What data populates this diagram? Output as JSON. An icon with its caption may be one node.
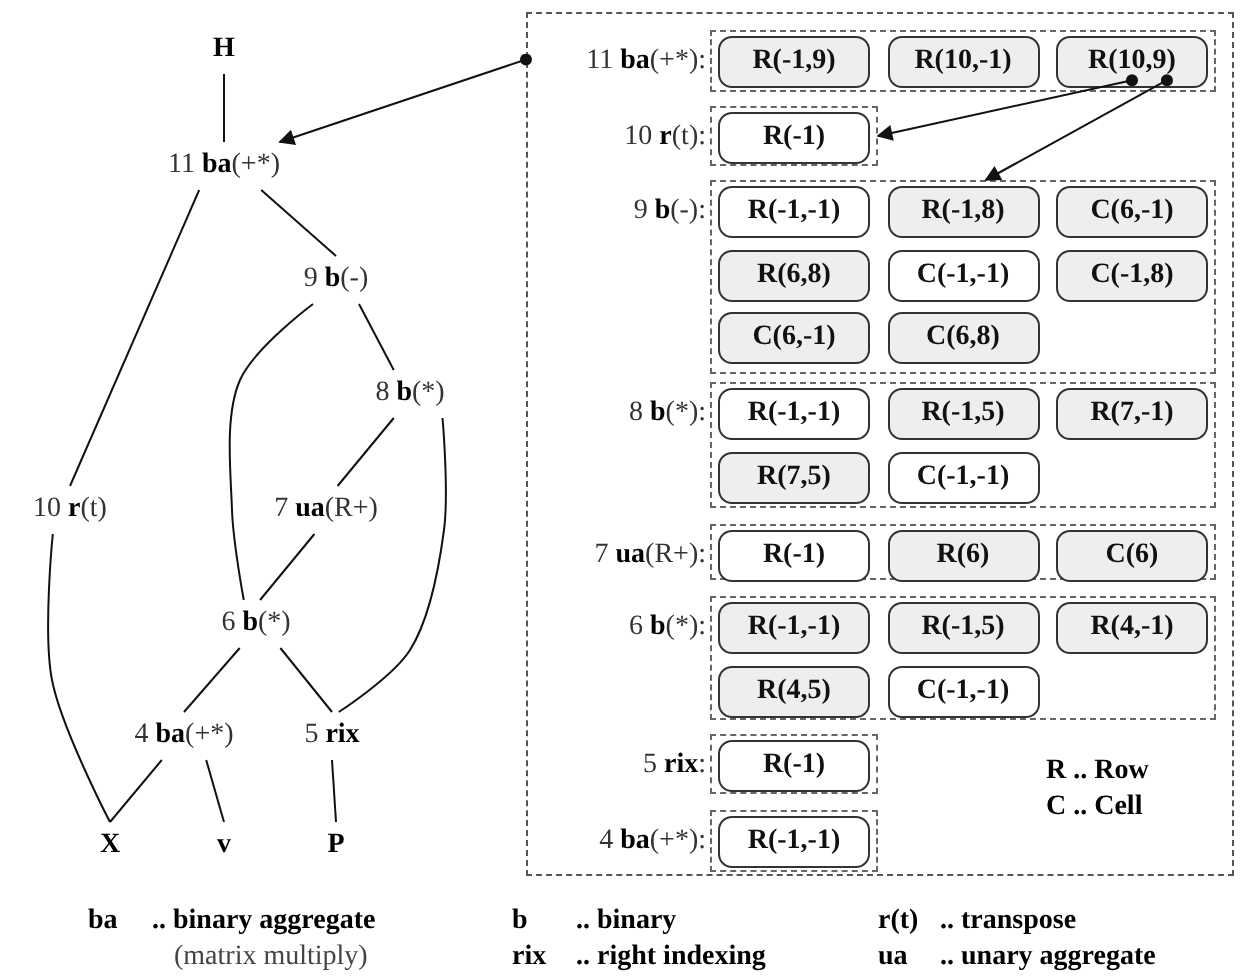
{
  "diagram": {
    "nodes": [
      {
        "text": [
          "**H**"
        ]
      },
      {
        "text": [
          "11 **ba**(+*)"
        ]
      },
      {
        "text": [
          "9 **b**(-)"
        ]
      },
      {
        "text": [
          "8 **b**(*)"
        ]
      },
      {
        "text": [
          "10 **r**(t)"
        ]
      },
      {
        "text": [
          "7 **ua**(R+)"
        ]
      },
      {
        "text": [
          "6 **b**(*)"
        ]
      },
      {
        "text": [
          "4 **ba**(+*)"
        ]
      },
      {
        "text": [
          "5 **rix**"
        ]
      },
      {
        "text": [
          "**X**"
        ]
      },
      {
        "text": [
          "**v**"
        ]
      },
      {
        "text": [
          "**P**"
        ]
      },
      {
        "text": [],
        "shape": "box"
      },
      {
        "text": [
          "11 **ba**(+*):"
        ],
        "in": 12
      },
      {
        "text": [
          "R(-1,9)"
        ],
        "in": 13
      },
      {
        "text": [
          "R(10,-1)"
        ],
        "in": 13
      },
      {
        "text": [
          "R(10,9)"
        ],
        "in": 13
      },
      {
        "text": [
          "10 **r**(t):"
        ],
        "in": 12
      },
      {
        "text": [
          "R(-1)"
        ],
        "in": 17
      },
      {
        "text": [
          "9 **b**(-):"
        ],
        "in": 12
      },
      {
        "text": [
          "R(-1,-1)"
        ],
        "in": 19
      },
      {
        "text": [
          "R(-1,8)"
        ],
        "in": 19
      },
      {
        "text": [
          "C(6,-1)"
        ],
        "in": 19
      },
      {
        "text": [
          "R(6,8)"
        ],
        "in": 19
      },
      {
        "text": [
          "C(-1,-1)"
        ],
        "in": 19
      },
      {
        "text": [
          "C(-1,8)"
        ],
        "in": 19
      },
      {
        "text": [
          "C(6,-1)"
        ],
        "in": 19
      },
      {
        "text": [
          "C(6,8)"
        ],
        "in": 19
      },
      {
        "text": [
          "8 **b**(*):"
        ],
        "in": 12
      },
      {
        "text": [
          "R(-1,-1)"
        ],
        "in": 28
      },
      {
        "text": [
          "R(-1,5)"
        ],
        "in": 28
      },
      {
        "text": [
          "R(7,-1)"
        ],
        "in": 28
      },
      {
        "text": [
          "R(7,5)"
        ],
        "in": 28
      },
      {
        "text": [
          "C(-1,-1)"
        ],
        "in": 28
      },
      {
        "text": [
          "7 **ua**(R+):"
        ],
        "in": 12
      },
      {
        "text": [
          "R(-1)"
        ],
        "in": 34
      },
      {
        "text": [
          "R(6)"
        ],
        "in": 34
      },
      {
        "text": [
          "C(6)"
        ],
        "in": 34
      },
      {
        "text": [
          "6 **b**(*):"
        ],
        "in": 12
      },
      {
        "text": [
          "R(-1,-1)"
        ],
        "in": 38
      },
      {
        "text": [
          "R(-1,5)"
        ],
        "in": 38
      },
      {
        "text": [
          "R(4,-1)"
        ],
        "in": 38
      },
      {
        "text": [
          "R(4,5)"
        ],
        "in": 38
      },
      {
        "text": [
          "C(-1,-1)"
        ],
        "in": 38
      },
      {
        "text": [
          "5 **rix**:"
        ],
        "in": 12
      },
      {
        "text": [
          "R(-1)"
        ],
        "in": 44
      },
      {
        "text": [
          "4 **ba**(+*):"
        ],
        "in": 12
      },
      {
        "text": [
          "R(-1,-1)"
        ],
        "in": 46
      }
    ],
    "edges": [
      {
        "from": 0,
        "to": 1,
        "arrow": "none"
      },
      {
        "from": 1,
        "to": 4,
        "arrow": "none"
      },
      {
        "from": 1,
        "to": 2,
        "arrow": "none"
      },
      {
        "from": 2,
        "to": 3,
        "arrow": "none"
      },
      {
        "from": 2,
        "to": 6,
        "arrow": "none"
      },
      {
        "from": 3,
        "to": 5,
        "arrow": "none"
      },
      {
        "from": 3,
        "to": 8,
        "arrow": "none"
      },
      {
        "from": 5,
        "to": 6,
        "arrow": "none"
      },
      {
        "from": 6,
        "to": 7,
        "arrow": "none"
      },
      {
        "from": 6,
        "to": 8,
        "arrow": "none"
      },
      {
        "from": 4,
        "to": 9,
        "arrow": "none"
      },
      {
        "from": 7,
        "to": 9,
        "arrow": "none"
      },
      {
        "from": 7,
        "to": 10,
        "arrow": "none"
      },
      {
        "from": 8,
        "to": 11,
        "arrow": "none"
      },
      {
        "from": 12,
        "to": 1,
        "arrow": "to"
      },
      {
        "from": 16,
        "to": 17,
        "arrow": "to"
      },
      {
        "from": 16,
        "to": 19,
        "arrow": "to"
      }
    ],
    "labels": [
      "R .. Row",
      "C .. Cell",
      "ba",
      ".. binary aggregate",
      "b",
      ".. binary",
      "r(t)",
      ".. transpose",
      "(matrix multiply)",
      "rix",
      ".. right indexing",
      "ua",
      ".. unary aggregate"
    ]
  }
}
